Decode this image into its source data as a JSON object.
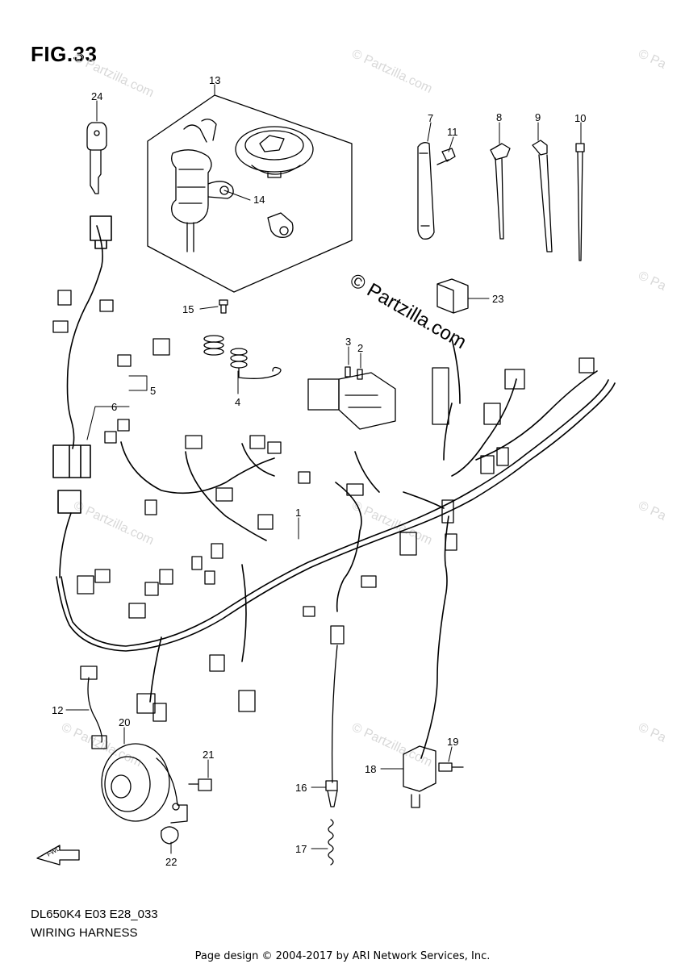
{
  "figure": {
    "title": "FIG.33",
    "code": "DL650K4 E03 E28_033",
    "caption": "WIRING HARNESS"
  },
  "footer": "Page design © 2004-2017 by ARI Network Services, Inc.",
  "watermark": {
    "main": "© Partzilla.com",
    "repeat": "© Partzilla.com",
    "repeat_short": "© Pa"
  },
  "fwd_label": "FWD",
  "parts": [
    {
      "no": "1"
    },
    {
      "no": "2"
    },
    {
      "no": "3"
    },
    {
      "no": "4"
    },
    {
      "no": "5"
    },
    {
      "no": "6"
    },
    {
      "no": "7"
    },
    {
      "no": "8"
    },
    {
      "no": "9"
    },
    {
      "no": "10"
    },
    {
      "no": "11"
    },
    {
      "no": "12"
    },
    {
      "no": "13"
    },
    {
      "no": "14"
    },
    {
      "no": "15"
    },
    {
      "no": "16"
    },
    {
      "no": "17"
    },
    {
      "no": "18"
    },
    {
      "no": "19"
    },
    {
      "no": "20"
    },
    {
      "no": "21"
    },
    {
      "no": "22"
    },
    {
      "no": "23"
    },
    {
      "no": "24"
    }
  ]
}
